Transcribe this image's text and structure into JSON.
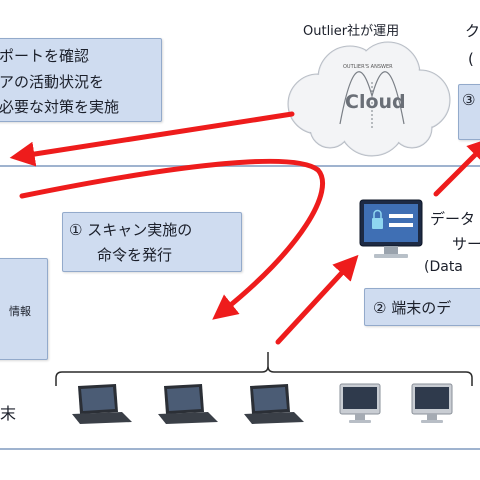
{
  "top_box": {
    "line1": "ポートを確認",
    "line2": "アの活動状況を",
    "line3": "必要な対策を実施"
  },
  "cloud": {
    "caption": "Outlier社が運用",
    "label": "Cloud",
    "logo_text": "OUTLIER'S ANSWER"
  },
  "right_top": {
    "fragment": "ク",
    "paren": "(",
    "box_char": "③"
  },
  "step1": {
    "line1": "①  スキャン実施の",
    "line2": "命令を発行"
  },
  "server": {
    "line1": "データ",
    "line2": "サー",
    "line3": "(Data"
  },
  "step2": {
    "text": "②  端末のデ"
  },
  "left_box": {
    "label": "情報"
  },
  "left_text": {
    "char": "末"
  },
  "colors": {
    "arrow": "#ee1c1c",
    "box_fill": "#cfdcf0",
    "box_border": "#93aacb",
    "line": "#9fb3cf"
  },
  "icons": [
    "cloud-icon",
    "server-monitor-icon",
    "laptop-icon",
    "desktop-monitor-icon"
  ]
}
